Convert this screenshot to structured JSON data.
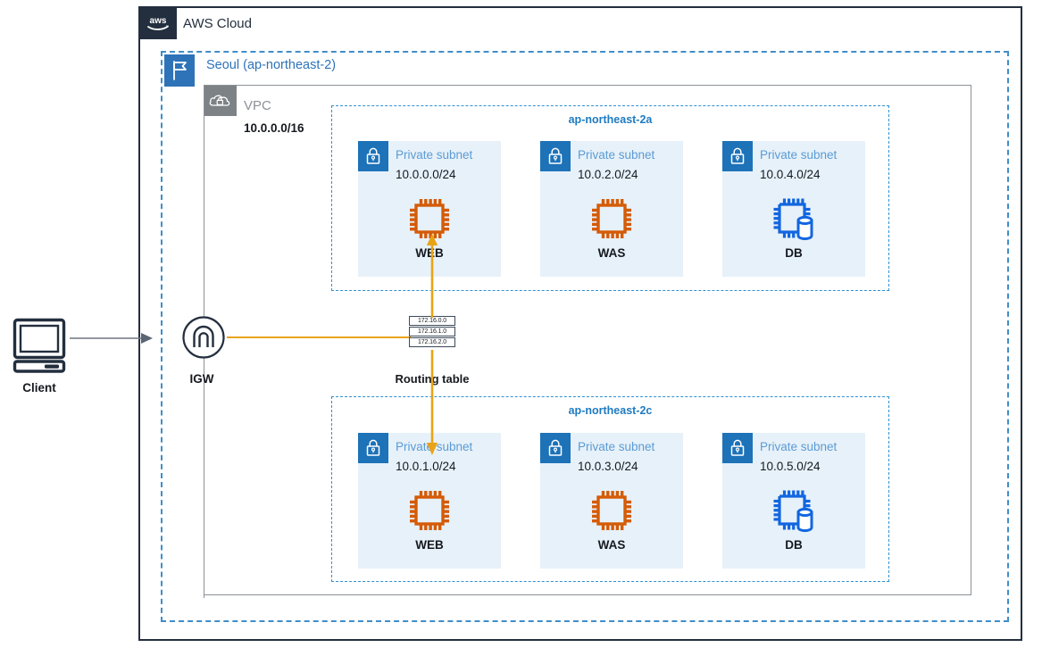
{
  "diagram": {
    "title": "AWS Cloud",
    "colors": {
      "aws_dark": "#232F3E",
      "region_blue": "#3F8EC9",
      "vpc_gray": "#8C9196",
      "subnet_fill": "#E7F1F9",
      "subnet_badge": "#1D72B8",
      "ec2_orange": "#D45B07",
      "db_blue": "#1266E0",
      "connector_orange": "#E8A317"
    }
  },
  "cloud": {
    "label": "AWS Cloud",
    "logo_text": "aws"
  },
  "region": {
    "label": "Seoul (ap-northeast-2)",
    "icon": "region-flag-icon"
  },
  "vpc": {
    "label": "VPC",
    "cidr": "10.0.0.0/16",
    "icon": "vpc-cloud-lock-icon"
  },
  "client": {
    "label": "Client",
    "icon": "desktop-computer-icon"
  },
  "igw": {
    "label": "IGW",
    "icon": "internet-gateway-icon"
  },
  "routing_table": {
    "label": "Routing table",
    "rows": [
      "172.16.0.0",
      "172.16.1.0",
      "172.16.2.0"
    ]
  },
  "availability_zones": [
    {
      "id": "az-a",
      "label": "ap-northeast-2a",
      "subnets": [
        {
          "title": "Private subnet",
          "cidr": "10.0.0.0/24",
          "node_label": "WEB",
          "node_icon": "ec2-instance-icon",
          "node_color": "#D45B07"
        },
        {
          "title": "Private subnet",
          "cidr": "10.0.2.0/24",
          "node_label": "WAS",
          "node_icon": "ec2-instance-icon",
          "node_color": "#D45B07"
        },
        {
          "title": "Private subnet",
          "cidr": "10.0.4.0/24",
          "node_label": "DB",
          "node_icon": "rds-database-icon",
          "node_color": "#1266E0"
        }
      ]
    },
    {
      "id": "az-c",
      "label": "ap-northeast-2c",
      "subnets": [
        {
          "title": "Private subnet",
          "cidr": "10.0.1.0/24",
          "node_label": "WEB",
          "node_icon": "ec2-instance-icon",
          "node_color": "#D45B07"
        },
        {
          "title": "Private subnet",
          "cidr": "10.0.3.0/24",
          "node_label": "WAS",
          "node_icon": "ec2-instance-icon",
          "node_color": "#D45B07"
        },
        {
          "title": "Private subnet",
          "cidr": "10.0.5.0/24",
          "node_label": "DB",
          "node_icon": "rds-database-icon",
          "node_color": "#1266E0"
        }
      ]
    }
  ]
}
